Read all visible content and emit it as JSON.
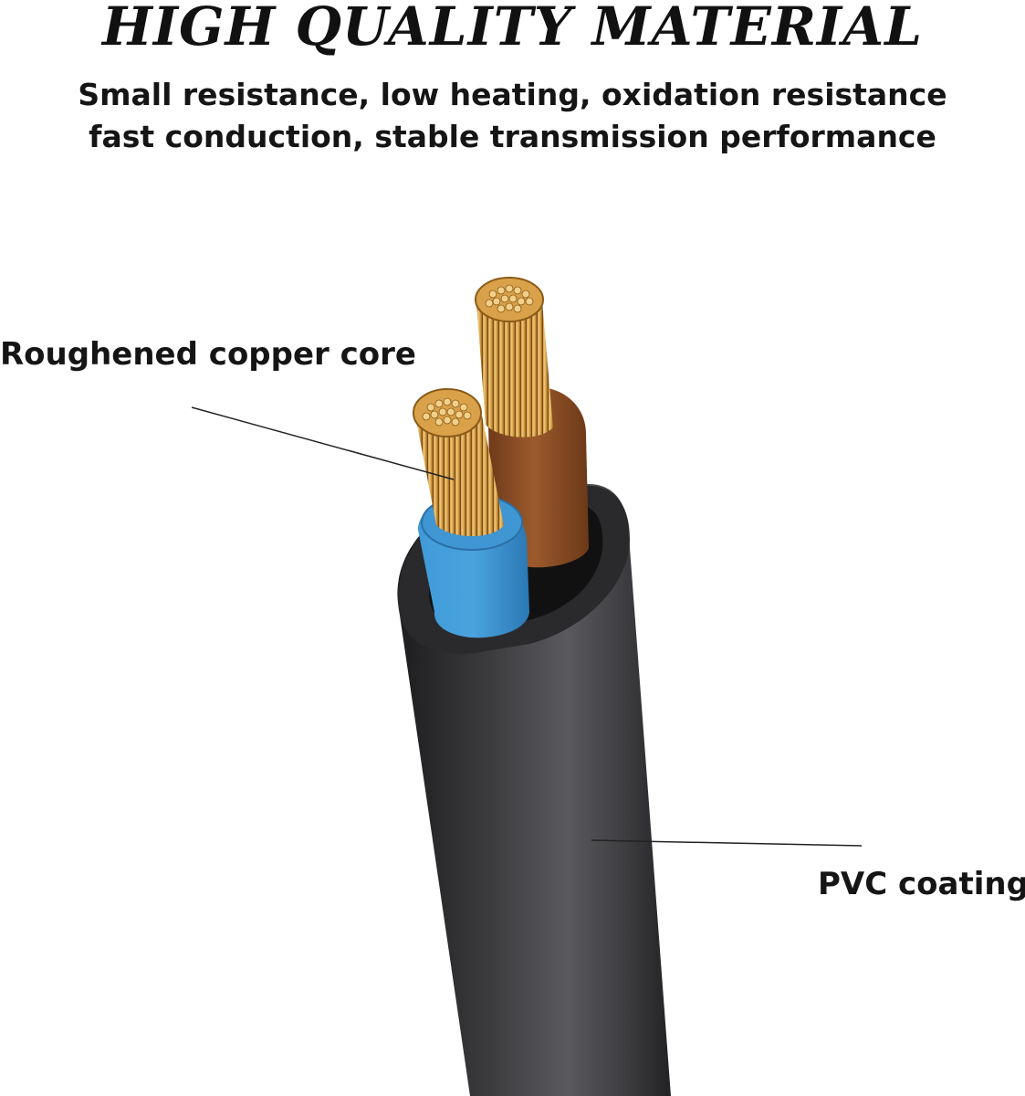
{
  "header": {
    "title": "HIGH QUALITY MATERIAL",
    "subtitle_line1": "Small resistance, low heating, oxidation resistance",
    "subtitle_line2": "fast conduction, stable transmission performance"
  },
  "callouts": {
    "core_label": "Roughened copper core",
    "coating_label": "PVC coating"
  },
  "colors": {
    "jacket": "#3a3a3c",
    "blue_wire": "#3b8fcc",
    "brown_wire": "#8a4a22",
    "copper": "#d9a24a"
  }
}
